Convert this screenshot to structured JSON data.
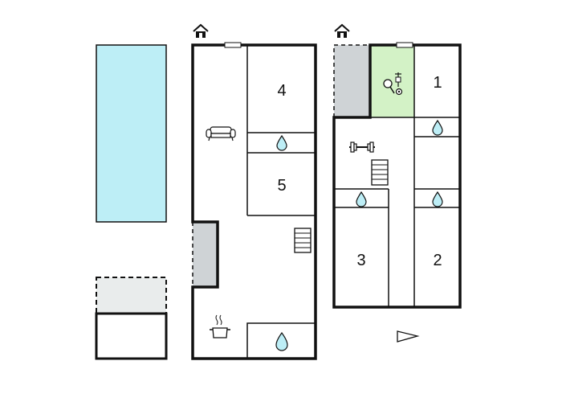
{
  "rooms": [
    {
      "id": "bedroom-4",
      "label": "4"
    },
    {
      "id": "bedroom-5",
      "label": "5"
    },
    {
      "id": "bedroom-1",
      "label": "1"
    },
    {
      "id": "bedroom-3",
      "label": "3"
    },
    {
      "id": "bedroom-2",
      "label": "2"
    }
  ],
  "icons": {
    "entrance": "house-entrance-icon",
    "sofa": "sofa-icon",
    "kitchen": "cooking-pot-icon",
    "bathroom": "water-drop-icon",
    "stairs": "stairs-icon",
    "gym": "dumbbell-icon",
    "games": "table-tennis-icon",
    "direction": "direction-arrow-icon"
  },
  "colors": {
    "pool": "#bdeef6",
    "games_room": "#d3f2c6",
    "terrace": "#cfd3d6",
    "outdoor_area": "#e9ecec",
    "walls": "#1a1a1a",
    "window": "#ffffff"
  }
}
